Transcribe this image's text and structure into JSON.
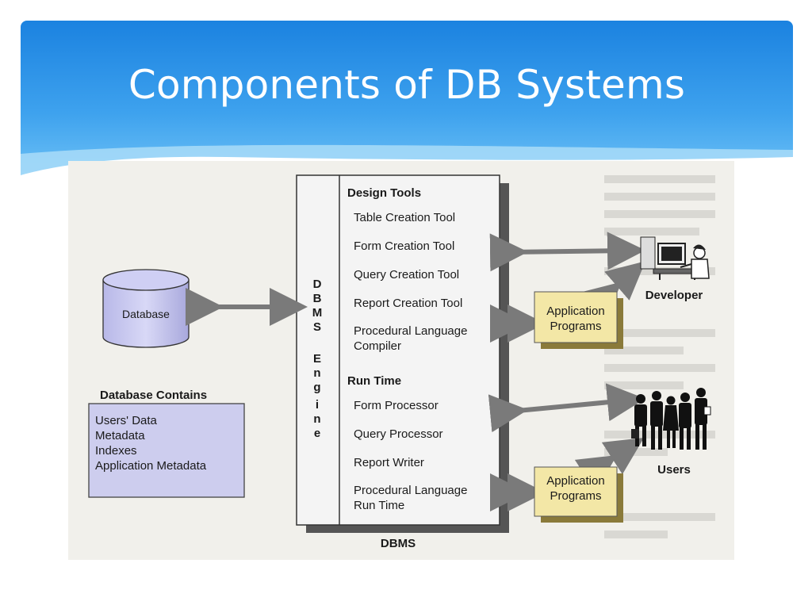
{
  "slide": {
    "title": "Components of DB Systems"
  },
  "diagram": {
    "database_label": "Database",
    "dbms_caption": "DBMS",
    "engine_letters": [
      "D",
      "B",
      "M",
      "S",
      "",
      "E",
      "n",
      "g",
      "i",
      "n",
      "e"
    ],
    "design_tools": {
      "heading": "Design Tools",
      "items": [
        "Table Creation Tool",
        "Form Creation Tool",
        "Query Creation Tool",
        "Report Creation Tool",
        "Procedural Language",
        "Compiler"
      ]
    },
    "run_time": {
      "heading": "Run Time",
      "items": [
        "Form Processor",
        "Query Processor",
        "Report Writer",
        "Procedural Language",
        "Run Time"
      ]
    },
    "database_contains": {
      "heading": "Database Contains",
      "items": [
        "Users' Data",
        "Metadata",
        "Indexes",
        "Application Metadata"
      ]
    },
    "app_programs_top": [
      "Application",
      "Programs"
    ],
    "app_programs_bottom": [
      "Application",
      "Programs"
    ],
    "developer_label": "Developer",
    "users_label": "Users"
  }
}
